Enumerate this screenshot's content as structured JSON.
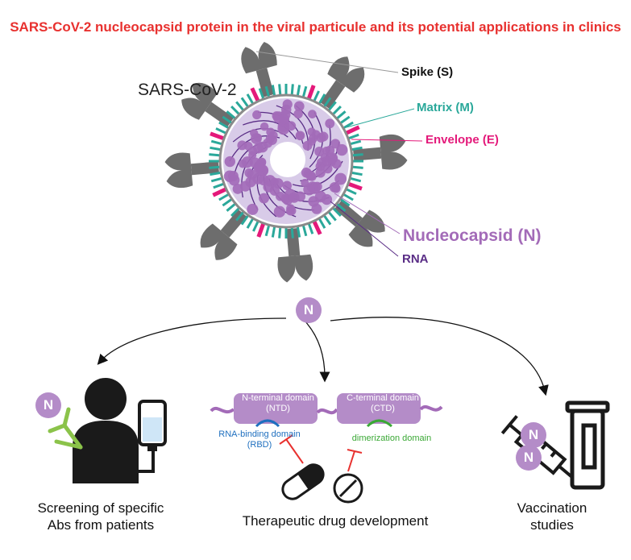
{
  "title": "SARS-CoV-2 nucleocapsid protein in the viral particule and its potential applications in clinics",
  "virus": {
    "name": "SARS-CoV-2",
    "labels": {
      "spike": "Spike (S)",
      "matrix": "Matrix (M)",
      "envelope": "Envelope (E)",
      "nucleocapsid": "Nucleocapsid (N)",
      "rna": "RNA"
    }
  },
  "n_symbol": "N",
  "protein": {
    "ntd": "N-terminal domain (NTD)",
    "ctd": "C-terminal domain (CTD)",
    "rbd": "RNA-binding domain (RBD)",
    "dimerization": "dimerization domain"
  },
  "applications": {
    "screening": "Screening of specific Abs from patients",
    "therapeutic": "Therapeutic drug development",
    "vaccination": "Vaccination studies"
  },
  "colors": {
    "title": "#e8312f",
    "spike": "#6d6d6d",
    "matrix": "#2aa89a",
    "envelope": "#e4197a",
    "nucleocapsid": "#a36bb8",
    "rna": "#5a2d86",
    "rbd": "#1e6fbf",
    "dimerization": "#3aa835",
    "inhibition": "#e8312f"
  }
}
